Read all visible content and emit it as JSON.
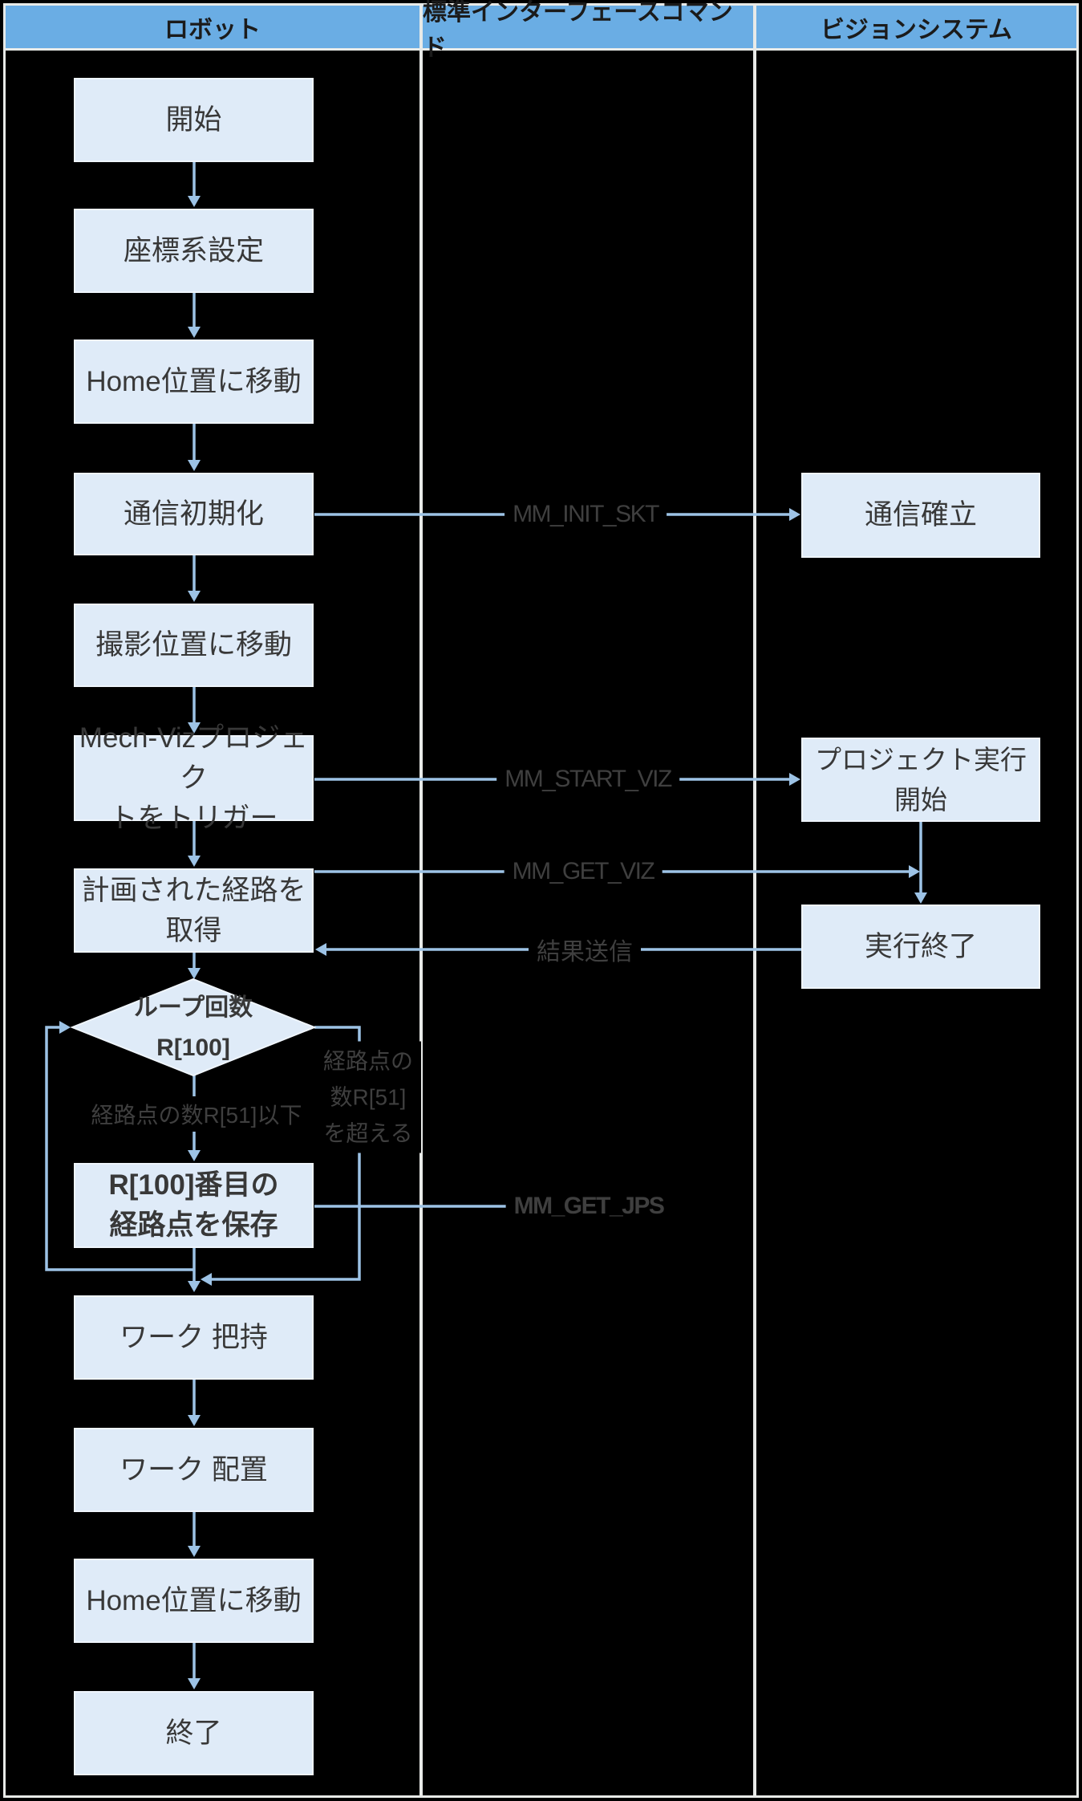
{
  "header": {
    "columns": [
      {
        "label": "ロボット"
      },
      {
        "label": "標準インターフェースコマンド"
      },
      {
        "label": "ビジョンシステム"
      }
    ]
  },
  "robot_flow": {
    "start": "開始",
    "set_coord": "座標系設定",
    "move_home_1": "Home位置に移動",
    "comm_init": "通信初期化",
    "move_capture": "撮影位置に移動",
    "trigger_viz_line1": "Mech-Vizプロジェク",
    "trigger_viz_line2": "トをトリガー",
    "get_path": "計画された経路を取得",
    "loop_diamond_line1": "ループ回数",
    "loop_diamond_line2": "R[100]",
    "save_point_line1": "R[100]番目の",
    "save_point_line2": "経路点を保存",
    "grip_work": "ワーク 把持",
    "place_work": "ワーク 配置",
    "move_home_2": "Home位置に移動",
    "end": "終了"
  },
  "vision_flow": {
    "comm_established": "通信確立",
    "project_start": "プロジェクト実行開始",
    "exec_end": "実行終了"
  },
  "commands": {
    "init_socket": "MM_INIT_SKT",
    "start_viz": "MM_START_VIZ",
    "get_viz": "MM_GET_VIZ",
    "send_result": "結果送信",
    "get_jps": "MM_GET_JPS"
  },
  "branches": {
    "le_label": "経路点の数R[51]以下",
    "gt_line1": "経路点の",
    "gt_line2": "数R[51]",
    "gt_line3": "を超える"
  },
  "colors": {
    "background": "#000000",
    "header_fill": "#6aade4",
    "grid_line": "#e8eae8",
    "node_fill": "#dfebf8",
    "node_border": "#eff5fc",
    "connector": "#9dc3e6",
    "node_text": "#383838",
    "label_text": "#3f3f3f"
  }
}
